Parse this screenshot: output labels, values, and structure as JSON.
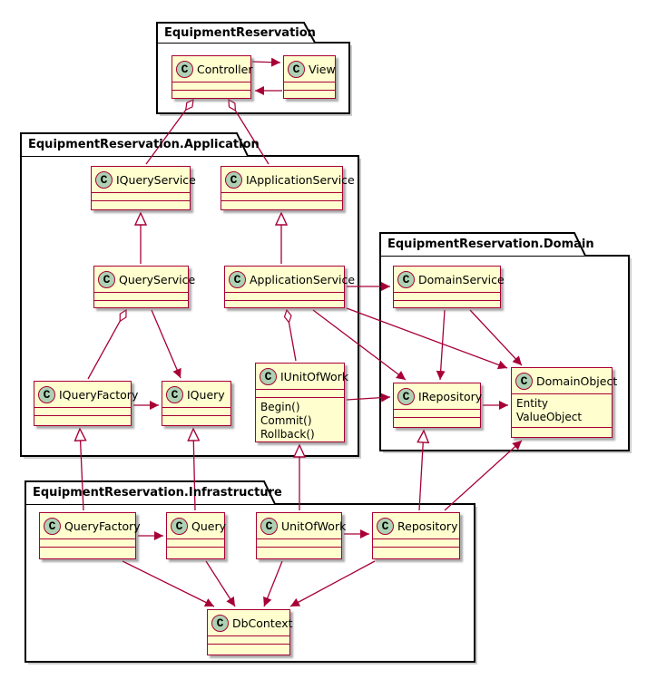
{
  "diagram": {
    "kind": "uml-class-diagram",
    "icon_letter": "C",
    "colors": {
      "class_fill": "#FEFECE",
      "class_border": "#A80036",
      "edge": "#A80036",
      "circle_fill": "#ADD1B2",
      "package_border": "#000000",
      "package_fill": "#FFFFFF"
    },
    "packages": {
      "equipmentreservation": {
        "name": "EquipmentReservation"
      },
      "application": {
        "name": "EquipmentReservation.Application"
      },
      "domain": {
        "name": "EquipmentReservation.Domain"
      },
      "infrastructure": {
        "name": "EquipmentReservation.Infrastructure"
      }
    },
    "classes": {
      "controller": {
        "name": "Controller"
      },
      "view": {
        "name": "View"
      },
      "iqueryservice": {
        "name": "IQueryService"
      },
      "iapplicationservice": {
        "name": "IApplicationService"
      },
      "queryservice": {
        "name": "QueryService"
      },
      "applicationservice": {
        "name": "ApplicationService"
      },
      "iqueryfactory": {
        "name": "IQueryFactory"
      },
      "iquery": {
        "name": "IQuery"
      },
      "iunitofwork": {
        "name": "IUnitOfWork",
        "methods": [
          "Begin()",
          "Commit()",
          "Rollback()"
        ]
      },
      "domainservice": {
        "name": "DomainService"
      },
      "irepository": {
        "name": "IRepository"
      },
      "domainobject": {
        "name": "DomainObject",
        "fields": [
          "Entity",
          "ValueObject"
        ]
      },
      "queryfactory": {
        "name": "QueryFactory"
      },
      "query": {
        "name": "Query"
      },
      "unitofwork": {
        "name": "UnitOfWork"
      },
      "repository": {
        "name": "Repository"
      },
      "dbcontext": {
        "name": "DbContext"
      }
    },
    "relations": [
      {
        "from": "Controller",
        "to": "View",
        "type": "association"
      },
      {
        "from": "View",
        "to": "Controller",
        "type": "association"
      },
      {
        "from": "Controller",
        "to": "IQueryService",
        "type": "aggregation"
      },
      {
        "from": "Controller",
        "to": "IApplicationService",
        "type": "aggregation"
      },
      {
        "from": "QueryService",
        "to": "IQueryService",
        "type": "generalization"
      },
      {
        "from": "ApplicationService",
        "to": "IApplicationService",
        "type": "generalization"
      },
      {
        "from": "ApplicationService",
        "to": "DomainService",
        "type": "association"
      },
      {
        "from": "QueryService",
        "to": "IQueryFactory",
        "type": "aggregation"
      },
      {
        "from": "QueryService",
        "to": "IQuery",
        "type": "association"
      },
      {
        "from": "ApplicationService",
        "to": "IUnitOfWork",
        "type": "aggregation"
      },
      {
        "from": "ApplicationService",
        "to": "IRepository",
        "type": "association"
      },
      {
        "from": "ApplicationService",
        "to": "DomainObject",
        "type": "association"
      },
      {
        "from": "DomainService",
        "to": "IRepository",
        "type": "association"
      },
      {
        "from": "DomainService",
        "to": "DomainObject",
        "type": "association"
      },
      {
        "from": "IUnitOfWork",
        "to": "IRepository",
        "type": "association"
      },
      {
        "from": "IQueryFactory",
        "to": "IQuery",
        "type": "association"
      },
      {
        "from": "IRepository",
        "to": "DomainObject",
        "type": "association"
      },
      {
        "from": "QueryFactory",
        "to": "IQueryFactory",
        "type": "generalization"
      },
      {
        "from": "Query",
        "to": "IQuery",
        "type": "generalization"
      },
      {
        "from": "UnitOfWork",
        "to": "IUnitOfWork",
        "type": "generalization"
      },
      {
        "from": "Repository",
        "to": "IRepository",
        "type": "generalization"
      },
      {
        "from": "Repository",
        "to": "DomainObject",
        "type": "association"
      },
      {
        "from": "QueryFactory",
        "to": "Query",
        "type": "association"
      },
      {
        "from": "UnitOfWork",
        "to": "Repository",
        "type": "association"
      },
      {
        "from": "QueryFactory",
        "to": "DbContext",
        "type": "association"
      },
      {
        "from": "Query",
        "to": "DbContext",
        "type": "association"
      },
      {
        "from": "UnitOfWork",
        "to": "DbContext",
        "type": "association"
      },
      {
        "from": "Repository",
        "to": "DbContext",
        "type": "association"
      }
    ]
  }
}
